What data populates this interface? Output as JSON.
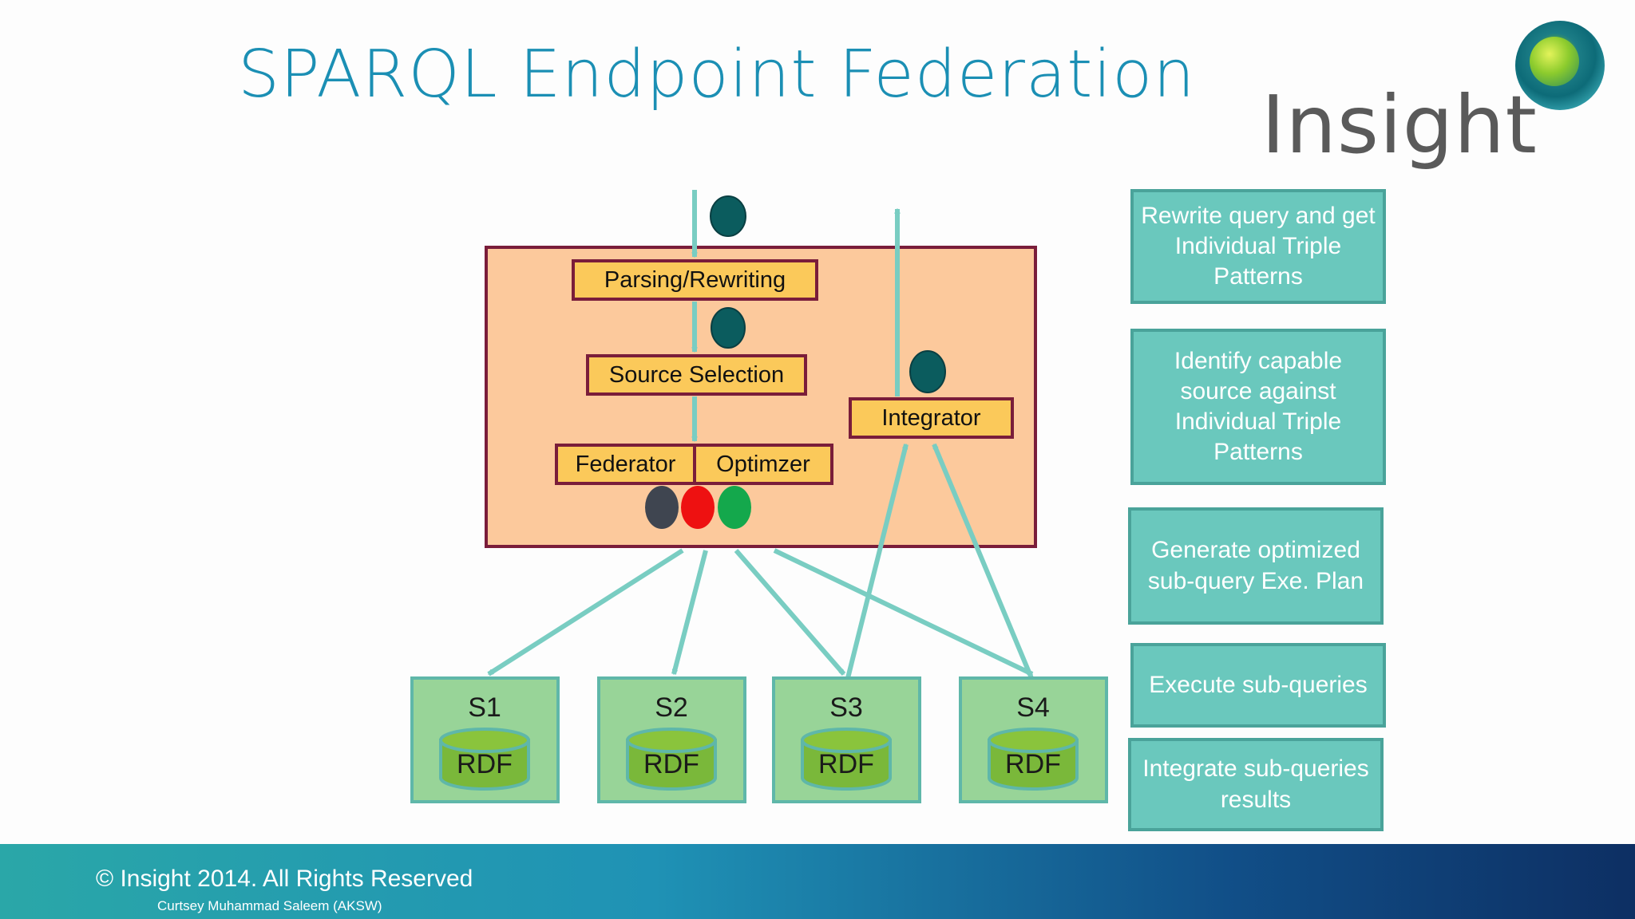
{
  "title": "SPARQL Endpoint Federation",
  "logo": {
    "text": "Insight"
  },
  "engine": {
    "parsing": "Parsing/Rewriting",
    "source_selection": "Source Selection",
    "federator": "Federator",
    "optimizer": "Optimzer",
    "integrator": "Integrator"
  },
  "sources": [
    {
      "name": "S1",
      "store": "RDF"
    },
    {
      "name": "S2",
      "store": "RDF"
    },
    {
      "name": "S3",
      "store": "RDF"
    },
    {
      "name": "S4",
      "store": "RDF"
    }
  ],
  "steps": [
    "Rewrite query and get Individual Triple Patterns",
    "Identify capable source against Individual Triple Patterns",
    "Generate optimized sub-query Exe. Plan",
    "Execute sub-queries",
    "Integrate sub-queries results"
  ],
  "footer": {
    "copyright": "© Insight 2014. All Rights Reserved",
    "credit": "Curtsey Muhammad Saleem (AKSW)"
  },
  "colors": {
    "title": "#1b8fb4",
    "engine_fill": "#fcc99c",
    "engine_border": "#7a1d3a",
    "component_fill": "#fbc95a",
    "arrow": "#79cdc2",
    "source_fill": "#98d498",
    "side_fill": "#6ac8bd"
  }
}
